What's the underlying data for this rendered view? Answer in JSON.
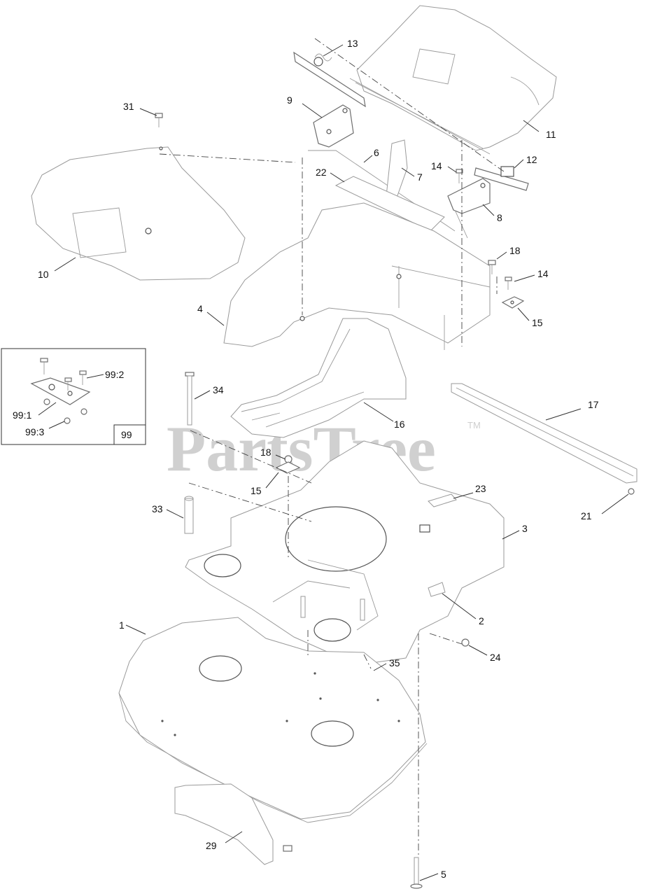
{
  "watermark": {
    "text": "PartsTree",
    "trademark": "TM"
  },
  "inset": {
    "number": "99",
    "labels": [
      "99:2",
      "99:1",
      "99:3"
    ]
  },
  "callouts": {
    "c1": "1",
    "c2": "2",
    "c3": "3",
    "c4": "4",
    "c5": "5",
    "c6": "6",
    "c7": "7",
    "c8": "8",
    "c9": "9",
    "c10": "10",
    "c11": "11",
    "c12": "12",
    "c13": "13",
    "c14a": "14",
    "c14b": "14",
    "c15a": "15",
    "c15b": "15",
    "c16": "16",
    "c17": "17",
    "c18a": "18",
    "c18b": "18",
    "c21": "21",
    "c22": "22",
    "c23": "23",
    "c24": "24",
    "c29": "29",
    "c31": "31",
    "c33": "33",
    "c34": "34",
    "c35": "35"
  }
}
